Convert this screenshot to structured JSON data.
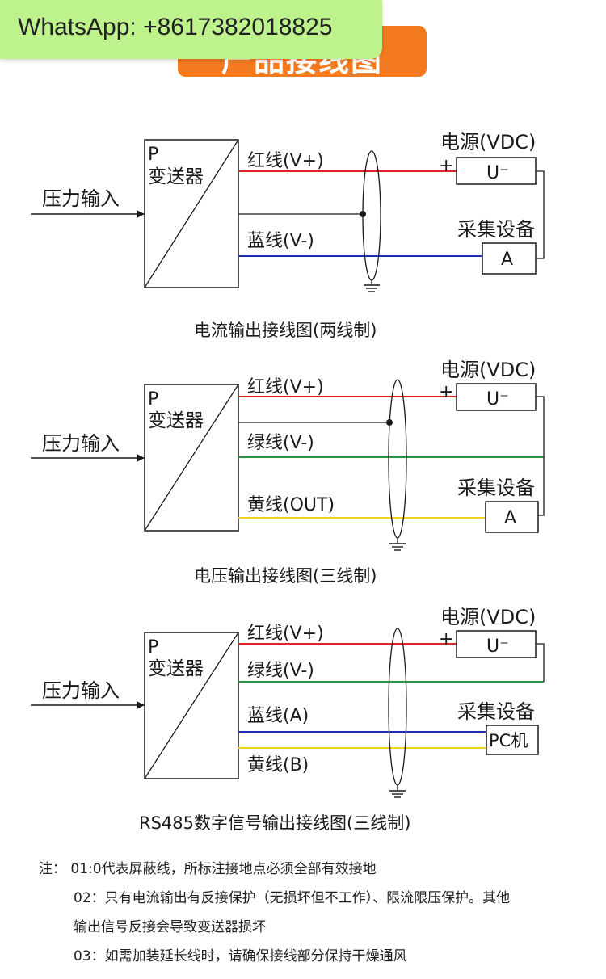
{
  "badge": {
    "text": "WhatsApp: +8617382018825"
  },
  "header": {
    "title": "产品接线图"
  },
  "colors": {
    "red": "#e02424",
    "blue": "#1c2fb5",
    "green": "#1f9a3a",
    "yellow": "#f2cf1a",
    "accent": "#f47a20",
    "badge_bg": "#bdf28d"
  },
  "diagram1": {
    "box_p": "P",
    "box_label": "变送器",
    "input_label": "压力输入",
    "wire1": "红线(V+)",
    "wire2": "蓝线(V-)",
    "power_label": "电源(VDC)",
    "plus": "+",
    "power_symbol": "U⁻",
    "device_label": "采集设备",
    "device_box": "A",
    "caption": "电流输出接线图(两线制)"
  },
  "diagram2": {
    "box_p": "P",
    "box_label": "变送器",
    "input_label": "压力输入",
    "wire1": "红线(V+)",
    "wire2": "绿线(V-)",
    "wire3": "黄线(OUT)",
    "power_label": "电源(VDC)",
    "plus": "+",
    "power_symbol": "U⁻",
    "device_label": "采集设备",
    "device_box": "A",
    "caption": "电压输出接线图(三线制)"
  },
  "diagram3": {
    "box_p": "P",
    "box_label": "变送器",
    "input_label": "压力输入",
    "wire1": "红线(V+)",
    "wire2": "绿线(V-)",
    "wire3": "蓝线(A)",
    "wire4": "黄线(B)",
    "power_label": "电源(VDC)",
    "plus": "+",
    "power_symbol": "U⁻",
    "device_label": "采集设备",
    "device_box": "PC机",
    "caption": "RS485数字信号输出接线图(三线制)"
  },
  "notes": {
    "prefix": "注：",
    "line1": "01:0代表屏蔽线，所标注接地点必须全部有效接地",
    "line2": "02：只有电流输出有反接保护（无损坏但不工作）、限流限压保护。其他",
    "line3": "输出信号反接会导致变送器损坏",
    "line4": "03：如需加装延长线时，请确保接线部分保持干燥通风"
  }
}
